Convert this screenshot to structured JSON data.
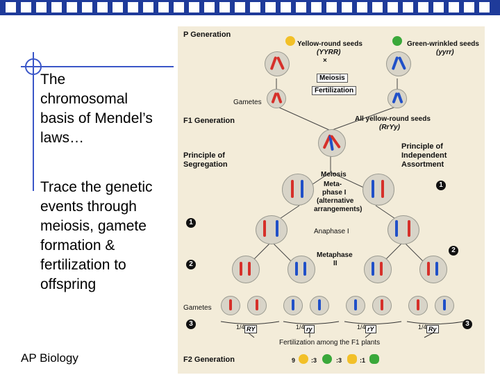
{
  "slide": {
    "title_lines": [
      "The",
      "chromosomal",
      "basis of Mendel’s",
      "laws…"
    ],
    "body_lines": [
      "Trace the genetic",
      "events through",
      "meiosis, gamete",
      "formation &",
      "fertilization to",
      "offspring"
    ],
    "footer": "AP Biology"
  },
  "figure": {
    "p_generation": "P Generation",
    "yellow_round": "Yellow-round seeds",
    "yellow_round_genotype": "(YYRR)",
    "green_wrinkled": "Green-wrinkled seeds",
    "green_wrinkled_genotype": "(yyrr)",
    "cross": "×",
    "meiosis": "Meiosis",
    "fertilization": "Fertilization",
    "gametes_top": "Gametes",
    "f1_generation": "F1 Generation",
    "all_yellow_round": "All yellow-round seeds",
    "f1_genotype": "(RrYy)",
    "principle_segregation_1": "Principle of",
    "principle_segregation_2": "Segregation",
    "principle_independent_1": "Principle of",
    "principle_independent_2": "Independent",
    "principle_independent_3": "Assortment",
    "meiosis_2": "Meiosis",
    "metaphase1_1": "Meta-",
    "metaphase1_2": "phase I",
    "alt_arr_1": "(alternative",
    "alt_arr_2": "arrangements)",
    "anaphase1": "Anaphase I",
    "metaphase2_1": "Metaphase",
    "metaphase2_2": "II",
    "gametes_bottom": "Gametes",
    "step1": "1",
    "step2": "2",
    "step3": "3",
    "gamete_fracs": [
      "1/4",
      "1/4",
      "1/4",
      "1/4"
    ],
    "gamete_genotypes": [
      "RY",
      "ry",
      "rY",
      "Ry"
    ],
    "fertilization_f1": "Fertilization among the F1 plants",
    "f2_generation": "F2 Generation",
    "ratio_parts": [
      "9",
      ":3",
      ":3",
      ":1"
    ]
  },
  "colors": {
    "topbar": "#1f3b9a",
    "accent_line": "#3a56c8",
    "figure_bg": "#f3ecd9",
    "maternal_chromosome": "#d6302a",
    "paternal_chromosome": "#2050c8",
    "yellow_seed": "#f2c028",
    "green_seed": "#3aa83a"
  }
}
